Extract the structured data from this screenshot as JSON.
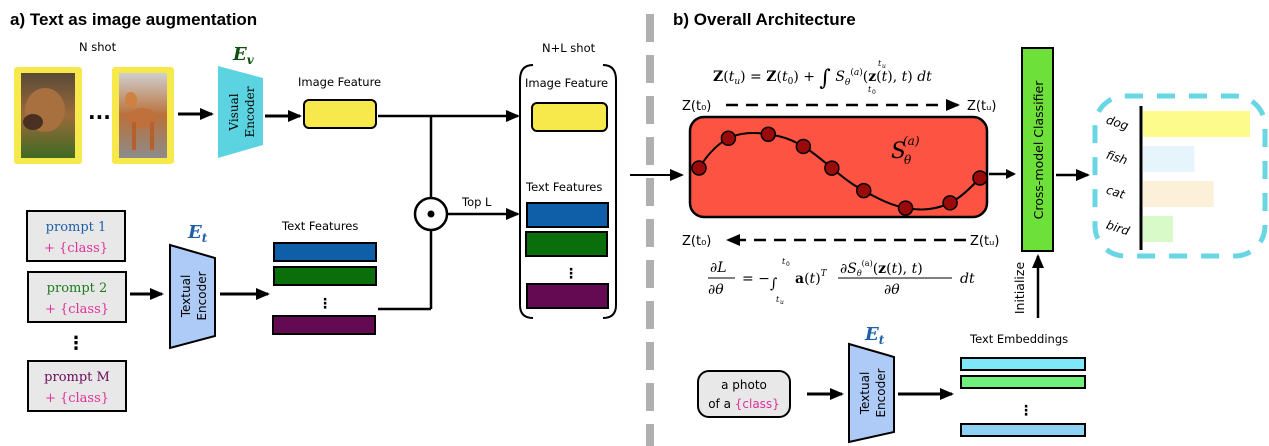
{
  "panel_a": {
    "title": "a) Text as image augmentation",
    "n_shot_label": "N shot",
    "ellipsis": "···",
    "visual_encoder": {
      "symbol": "E",
      "subscript": "v",
      "line1": "Visual",
      "line2": "Encoder",
      "color": "#5bd3e0"
    },
    "image_feature_label": "Image Feature",
    "textual_encoder": {
      "symbol": "E",
      "subscript": "t",
      "line1": "Textual",
      "line2": "Encoder",
      "color": "#aecbf7"
    },
    "text_features_label": "Text Features",
    "prompts": [
      {
        "text": "prompt 1",
        "class": "+ {class}",
        "color": "#1f5fa8"
      },
      {
        "text": "prompt 2",
        "class": "+ {class}",
        "color": "#1e7a1e"
      },
      {
        "text": "prompt M",
        "class": "+ {class}",
        "color": "#6a0a5a"
      }
    ],
    "vdots": "⋮",
    "top_l_label": "Top L",
    "nl_shot": {
      "label": "N+L shot",
      "image_feature_label": "Image Feature",
      "text_features_label": "Text Features"
    },
    "feature_colors": {
      "image": "#f7e84b",
      "text1": "#0f5fa8",
      "text2": "#0a6e0a",
      "textM": "#630a52"
    },
    "class_color": "#e0309a"
  },
  "panel_b": {
    "title": "b) Overall Architecture",
    "forward_eq": "Z(tᵤ) = Z(t₀) + ∫ Sθ⁽ᵃ⁾(z(t), t) dt",
    "forward_start": "Z(t₀)",
    "forward_end": "Z(tᵤ)",
    "ode_block_label": "Sθ(a)",
    "ode_block_color": "#fc5343",
    "backward_start": "Z(t₀)",
    "backward_end": "Z(tᵤ)",
    "backward_eq": "∂L/∂θ = −∫ a(t)ᵀ ∂Sθ(a)(z(t),t)/∂θ dt",
    "classifier_label": "Cross-model Classifier",
    "classifier_color": "#6ee03a",
    "initialize_label": "Initialize",
    "prompt": {
      "line1": "a photo",
      "line2_prefix": "of a ",
      "line2_class": "{class}"
    },
    "textual_encoder": {
      "symbol": "E",
      "subscript": "t",
      "line1": "Textual",
      "line2": "Encoder"
    },
    "text_embeddings_label": "Text Embeddings",
    "embedding_colors": [
      "#7ee8f8",
      "#6ef07a",
      "#8fd0f5"
    ]
  },
  "chart_data": {
    "type": "bar",
    "orientation": "horizontal",
    "categories": [
      "dog",
      "fish",
      "cat",
      "bird"
    ],
    "values": [
      1.0,
      0.48,
      0.66,
      0.28
    ],
    "colors": [
      "#fdfb8c",
      "#e6f5fc",
      "#fdf0d8",
      "#d8fac8"
    ],
    "title": "",
    "xlabel": "",
    "ylabel": "",
    "frame_color": "#69d6e3"
  }
}
